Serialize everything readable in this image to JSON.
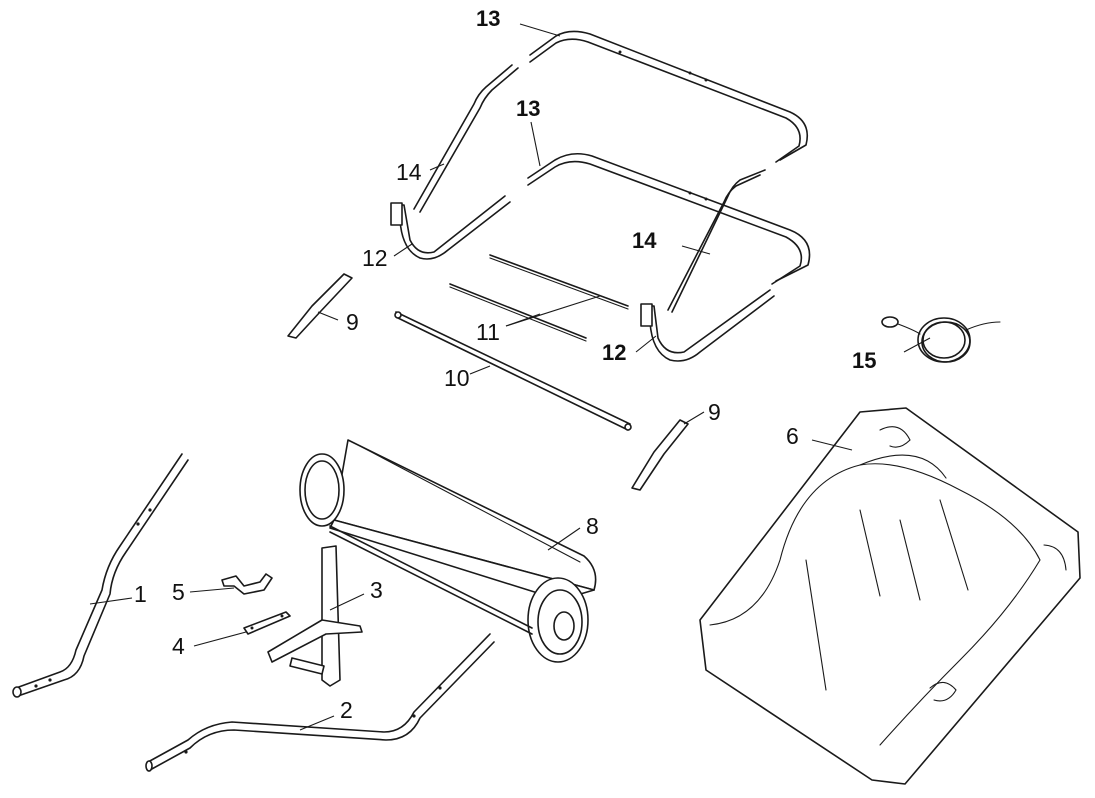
{
  "callouts": {
    "c1": "1",
    "c2": "2",
    "c3": "3",
    "c4": "4",
    "c5": "5",
    "c6": "6",
    "c8": "8",
    "c9a": "9",
    "c9b": "9",
    "c10": "10",
    "c11": "11",
    "c12a": "12",
    "c12b": "12",
    "c13a": "13",
    "c13b": "13",
    "c14a": "14",
    "c14b": "14",
    "c15": "15"
  }
}
